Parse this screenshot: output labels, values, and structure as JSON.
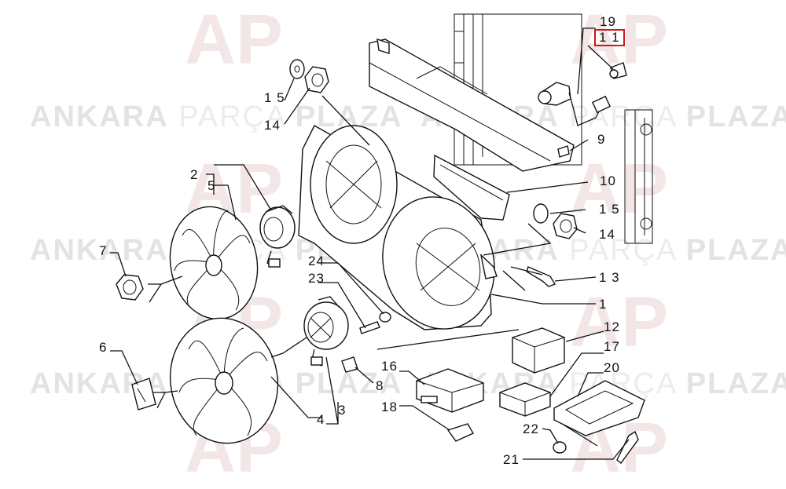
{
  "watermark": {
    "logo_text": "AP",
    "text_bold_1": "ANKARA",
    "text_light": "PARÇA",
    "text_bold_2": "PLAZA"
  },
  "callouts": [
    {
      "id": "c19",
      "label": "19"
    },
    {
      "id": "c11",
      "label": "1 1",
      "highlighted": true
    },
    {
      "id": "c15a",
      "label": "1 5"
    },
    {
      "id": "c14a",
      "label": "14"
    },
    {
      "id": "c9",
      "label": "9"
    },
    {
      "id": "c2",
      "label": "2"
    },
    {
      "id": "c5",
      "label": "5"
    },
    {
      "id": "c10",
      "label": "10"
    },
    {
      "id": "c15b",
      "label": "1 5"
    },
    {
      "id": "c14b",
      "label": "14"
    },
    {
      "id": "c7",
      "label": "7"
    },
    {
      "id": "c24",
      "label": "24"
    },
    {
      "id": "c23",
      "label": "23"
    },
    {
      "id": "c13",
      "label": "1 3"
    },
    {
      "id": "c1",
      "label": "1"
    },
    {
      "id": "c6",
      "label": "6"
    },
    {
      "id": "c12",
      "label": "12"
    },
    {
      "id": "c17",
      "label": "17"
    },
    {
      "id": "c16",
      "label": "16"
    },
    {
      "id": "c20",
      "label": "20"
    },
    {
      "id": "c8",
      "label": "8"
    },
    {
      "id": "c18",
      "label": "18"
    },
    {
      "id": "c4",
      "label": "4"
    },
    {
      "id": "c3",
      "label": "3"
    },
    {
      "id": "c22",
      "label": "22"
    },
    {
      "id": "c21",
      "label": "21"
    }
  ],
  "colors": {
    "highlight": "#d01616",
    "line": "#111111",
    "watermark": "#e3e3e3"
  }
}
